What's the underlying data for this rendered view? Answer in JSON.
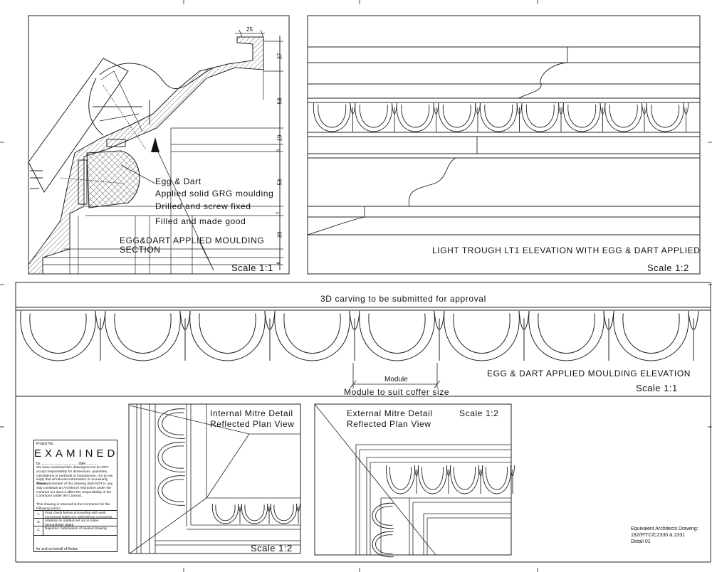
{
  "section": {
    "label_lines": [
      "Egg & Dart",
      "Applied solid GRG moulding",
      "Drilled and screw fixed",
      "Filled and made good"
    ],
    "title_lines": [
      "EGG&DART APPLIED MOULDING",
      "SECTION"
    ],
    "scale": "Scale 1:1",
    "dimensions": [
      "25",
      "37",
      "58",
      "19",
      "6",
      "58",
      "7",
      "39",
      "6"
    ]
  },
  "elevation_lt1": {
    "title": "LIGHT TROUGH LT1 ELEVATION WITH EGG & DART APPLIED",
    "scale": "Scale 1:2"
  },
  "elevation_main": {
    "note": "3D carving to be submitted for approval",
    "title": "EGG & DART APPLIED MOULDING ELEVATION",
    "scale": "Scale 1:1",
    "module_label": "Module",
    "module_note": "Module to suit coffer size"
  },
  "internal_mitre": {
    "title_lines": [
      "Internal Mitre Detail",
      "Reflected Plan View"
    ],
    "scale": "Scale 1:2"
  },
  "external_mitre": {
    "title_lines": [
      "External Mitre Detail",
      "Reflected Plan View"
    ],
    "scale": "Scale 1:2"
  },
  "stamp": {
    "project_label": "Project No.",
    "heading": "EXAMINED",
    "by_label": "by",
    "date_label": "date",
    "paragraph_1": "We have examined this drawing but we do NOT accept responsibility for dimensions, quantities, calculations or methods of manufacture, nor do we imply that all relevant information is necessarily shown.",
    "paragraph_2": "The endorsement of this drawing does NOT in any way constitute an Architect's Instruction under the Contract nor does it affect the responsibility of the Contractor under the Contract.",
    "paragraph_3": "This drawing is returned to the Contractor for the following action:",
    "actions": [
      {
        "key": "A",
        "text": "Final check before proceeding with work concerned subject to with/without comments."
      },
      {
        "key": "B",
        "text": "Attention to matters set out in notes hereon/letter dated"
      },
      {
        "key": "C",
        "text": "Rejected, Submission of revised drawing."
      }
    ],
    "footer": "for and on behalf of Aedas"
  },
  "drawing_ref": {
    "lines": [
      "Equivalent Architects Drawing:",
      "182/P/TC/C2330 & 2331",
      "Detail 01"
    ]
  }
}
